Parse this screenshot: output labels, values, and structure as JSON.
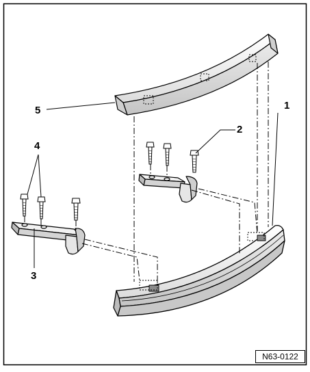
{
  "labels": {
    "part1": "1",
    "part2": "2",
    "part3": "3",
    "part4": "4",
    "part5": "5"
  },
  "figure_code": "N63-0122",
  "colors": {
    "line": "#000000",
    "fill": "#ffffff",
    "shade": "#d9d9d9",
    "shade_dark": "#b5b5b5"
  }
}
